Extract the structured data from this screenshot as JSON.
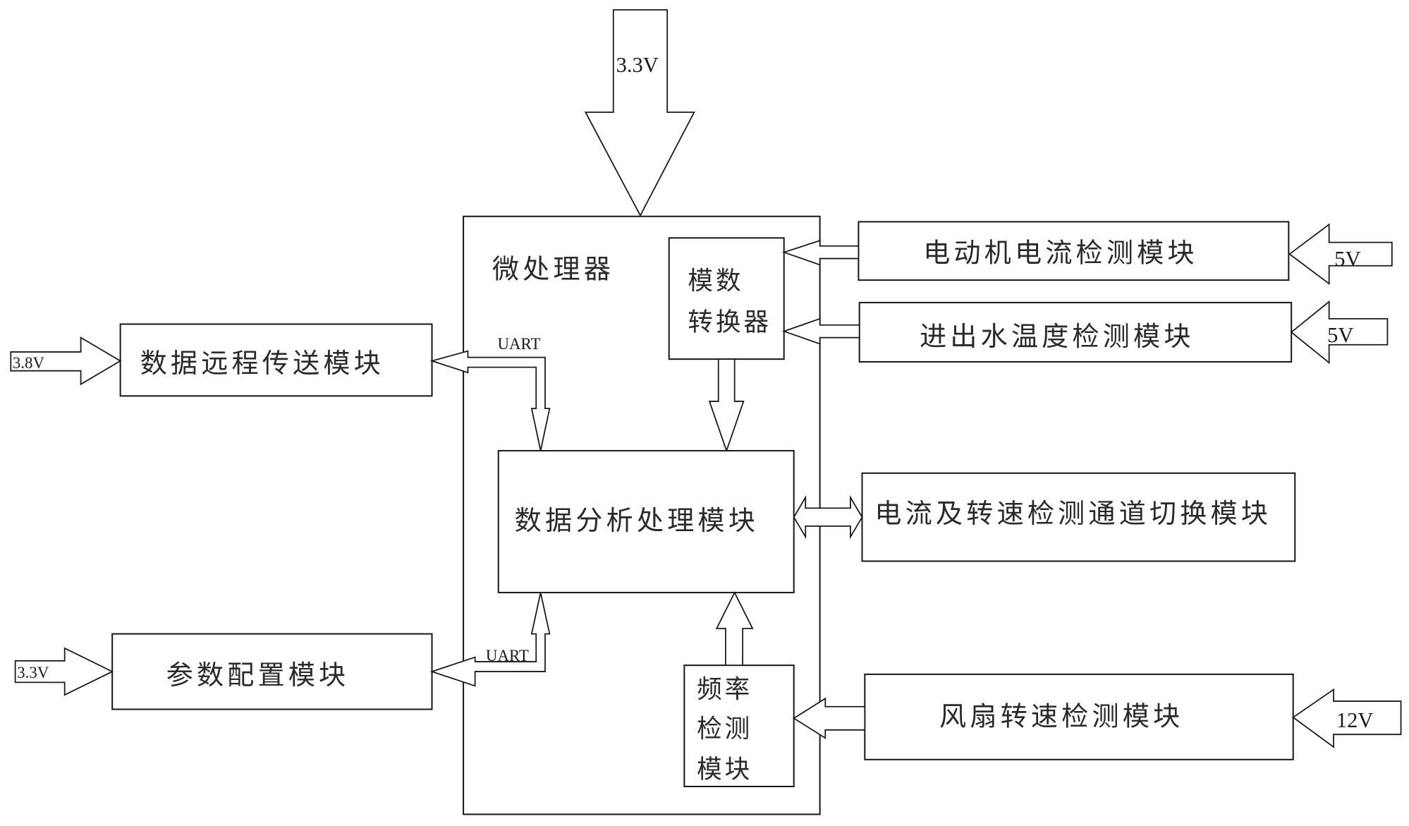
{
  "diagram": {
    "power_inputs": {
      "mcu": "3.3V",
      "data_remote": "3.8V",
      "param_config": "3.3V",
      "motor_current": "5V",
      "water_temp": "5V",
      "fan_speed": "12V"
    },
    "microprocessor": {
      "title": "微处理器",
      "adc": {
        "line1": "模数",
        "line2": "转换器"
      },
      "data_analysis": "数据分析处理模块",
      "freq_detect": {
        "line1": "频率",
        "line2": "检测",
        "line3": "模块"
      }
    },
    "modules": {
      "data_remote": "数据远程传送模块",
      "param_config": "参数配置模块",
      "motor_current": "电动机电流检测模块",
      "water_temp": "进出水温度检测模块",
      "channel_switch": "电流及转速检测通道切换模块",
      "fan_speed": "风扇转速检测模块"
    },
    "links": {
      "uart_top": "UART",
      "uart_bottom": "UART"
    },
    "colors": {
      "line": "#1a1a1a",
      "background": "#ffffff"
    }
  }
}
